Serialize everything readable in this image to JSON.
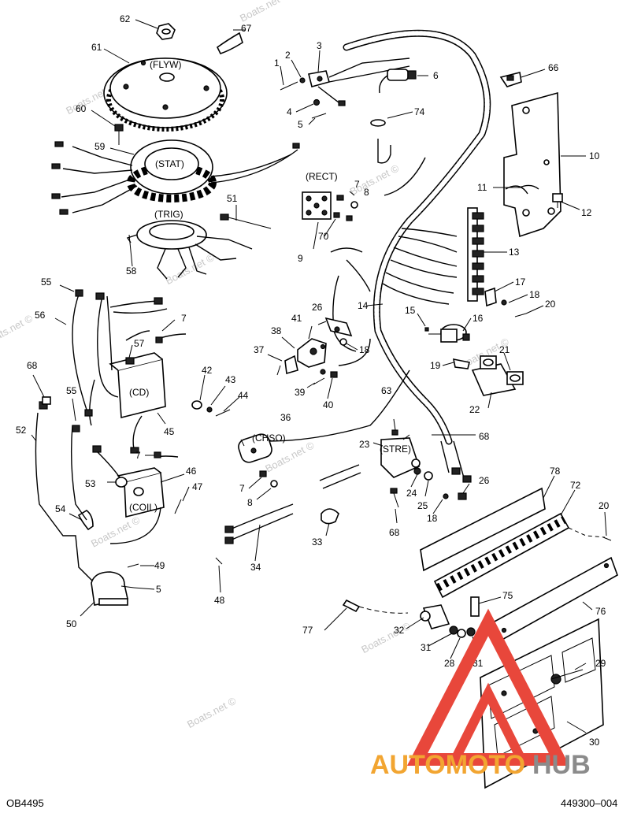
{
  "watermark": "Boats.net ©",
  "ref_left": "OB4495",
  "ref_right": "449300–004",
  "logo": {
    "part1": "AUTOMOTO",
    "part2": "HUB",
    "color1": "#f2a531",
    "color2": "#8b8b8b",
    "triangle": "#e8473b"
  },
  "component_labels": {
    "flyw": "(FLYW)",
    "stat": "(STAT)",
    "trig": "(TRIG)",
    "rect": "(RECT)",
    "cd": "(CD)",
    "coil": "(COIL)",
    "chso": "(CHSO)",
    "stre": "(STRE)"
  },
  "callouts": {
    "c1": "1",
    "c2": "2",
    "c3": "3",
    "c4": "4",
    "c5a": "5",
    "c5b": "5",
    "c6": "6",
    "c7a": "7",
    "c7b": "7",
    "c7c": "7",
    "c7d": "7",
    "c8a": "8",
    "c8b": "8",
    "c9": "9",
    "c10": "10",
    "c11": "11",
    "c12": "12",
    "c13": "13",
    "c14": "14",
    "c15": "15",
    "c16": "16",
    "c17": "17",
    "c18a": "18",
    "c18b": "18",
    "c18c": "18",
    "c19": "19",
    "c20a": "20",
    "c20b": "20",
    "c21": "21",
    "c22": "22",
    "c23": "23",
    "c24": "24",
    "c25": "25",
    "c26a": "26",
    "c26b": "26",
    "c28": "28",
    "c29": "29",
    "c30": "30",
    "c31a": "31",
    "c31b": "31",
    "c32": "32",
    "c33": "33",
    "c34": "34",
    "c36": "36",
    "c37": "37",
    "c38": "38",
    "c39": "39",
    "c40": "40",
    "c41": "41",
    "c42": "42",
    "c43": "43",
    "c44": "44",
    "c45": "45",
    "c46": "46",
    "c47": "47",
    "c48": "48",
    "c49": "49",
    "c50": "50",
    "c51": "51",
    "c52": "52",
    "c53": "53",
    "c54": "54",
    "c55a": "55",
    "c55b": "55",
    "c56": "56",
    "c57": "57",
    "c58": "58",
    "c59": "59",
    "c60": "60",
    "c61": "61",
    "c62": "62",
    "c63": "63",
    "c66": "66",
    "c67": "67",
    "c68a": "68",
    "c68b": "68",
    "c68c": "68",
    "c70": "70",
    "c72": "72",
    "c74": "74",
    "c75": "75",
    "c76": "76",
    "c77": "77",
    "c78": "78"
  }
}
